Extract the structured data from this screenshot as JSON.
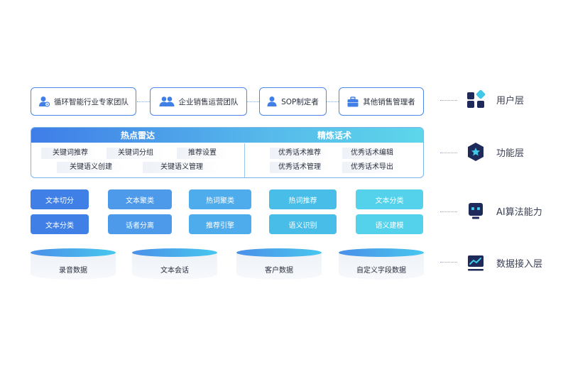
{
  "user_layer": {
    "label": "用户层",
    "cards": [
      {
        "label": "循环智能行业专家团队",
        "icon": "user-gear-icon"
      },
      {
        "label": "企业销售运营团队",
        "icon": "users-icon"
      },
      {
        "label": "SOP制定者",
        "icon": "user-icon"
      },
      {
        "label": "其他销售管理者",
        "icon": "briefcase-icon"
      }
    ]
  },
  "function_layer": {
    "label": "功能层",
    "left_title": "热点雷达",
    "right_title": "精炼话术",
    "left_tags": [
      "关键词推荐",
      "关键词分组",
      "推荐设置",
      "关键语义创建",
      "关键语义管理"
    ],
    "right_tags": [
      "优秀话术推荐",
      "优秀话术编辑",
      "优秀话术管理",
      "优秀话术导出"
    ]
  },
  "ai_layer": {
    "label": "AI算法能力",
    "row1": [
      "文本切分",
      "文本聚类",
      "热词聚类",
      "热词推荐",
      "文本分类"
    ],
    "row2": [
      "文本分类",
      "话者分离",
      "推荐引擎",
      "语义识别",
      "语义建模"
    ]
  },
  "data_layer": {
    "label": "数据接入层",
    "sources": [
      "录音数据",
      "文本会话",
      "客户数据",
      "自定义字段数据"
    ]
  },
  "colors": {
    "primary": "#3f7fe6",
    "cyan": "#55d2eb",
    "icon_dark": "#1e2a5a",
    "border": "#4c86e8"
  }
}
